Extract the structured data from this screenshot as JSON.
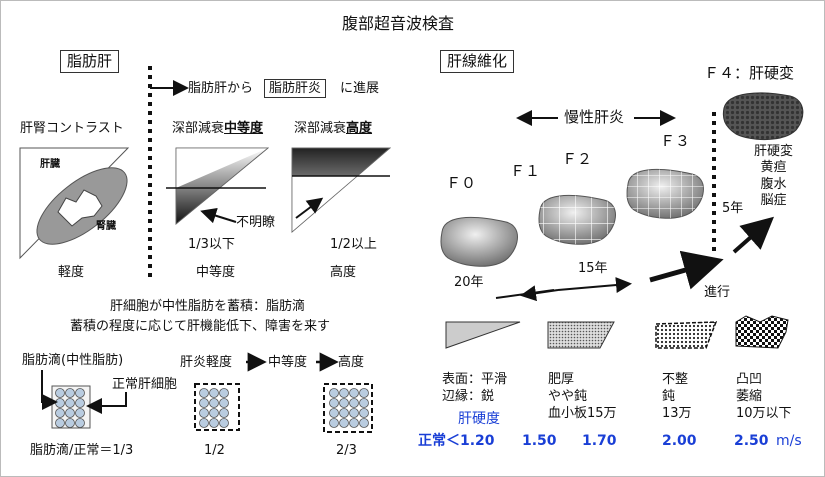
{
  "title": "腹部超音波検査",
  "fatty_liver": {
    "heading": "脂肪肝",
    "arrow_text_pre": "脂肪肝から",
    "arrow_text_box": "脂肪肝炎",
    "arrow_text_post": "に進展",
    "contrast_label": "肝腎コントラスト",
    "liver_label": "肝臓",
    "kidney_label": "腎臓",
    "atten_pre": "深部減衰",
    "atten_mid_bold": "中等度",
    "atten_high_bold": "高度",
    "unclear": "不明瞭",
    "third_below": "1/3以下",
    "half_above": "1/2以上",
    "mild": "軽度",
    "moderate": "中等度",
    "severe": "高度",
    "desc_line1": "肝細胞が中性脂肪を蓄積：脂肪滴",
    "desc_line2": "蓄積の程度に応じて肝機能低下、障害を来す",
    "droplet_label": "脂肪滴(中性脂肪)",
    "hepatocyte_label": "正常肝細胞",
    "hep_mild": "肝炎軽度",
    "hep_moderate": "中等度",
    "hep_severe": "高度",
    "ratio_13": "脂肪滴/正常＝1/3",
    "ratio_12": "1/2",
    "ratio_23": "2/3"
  },
  "fibrosis": {
    "heading": "肝線維化",
    "chronic": "慢性肝炎",
    "f0": "Ｆ０",
    "f1": "Ｆ１",
    "f2": "Ｆ２",
    "f3": "Ｆ３",
    "f4": "Ｆ４：肝硬変",
    "y20": "20年",
    "y15": "15年",
    "y5": "5年",
    "progress": "進行",
    "cirrhosis_list": [
      "肝硬変",
      "黄疸",
      "腹水",
      "脳症"
    ],
    "surface": "表面：平滑",
    "edge": "辺縁：鋭",
    "thick": "肥厚",
    "slightly_blunt": "やや鈍",
    "platelet15": "血小板15万",
    "irregular": "不整",
    "blunt": "鈍",
    "platelet13": "13万",
    "bumpy": "凸凹",
    "atrophy": "萎縮",
    "platelet10": "10万以下",
    "stiffness_label": "肝硬度",
    "normal_lt": "正常＜1.20",
    "v150": "1.50",
    "v170": "1.70",
    "v200": "2.00",
    "v250": "2.50",
    "unit": "m/s"
  }
}
